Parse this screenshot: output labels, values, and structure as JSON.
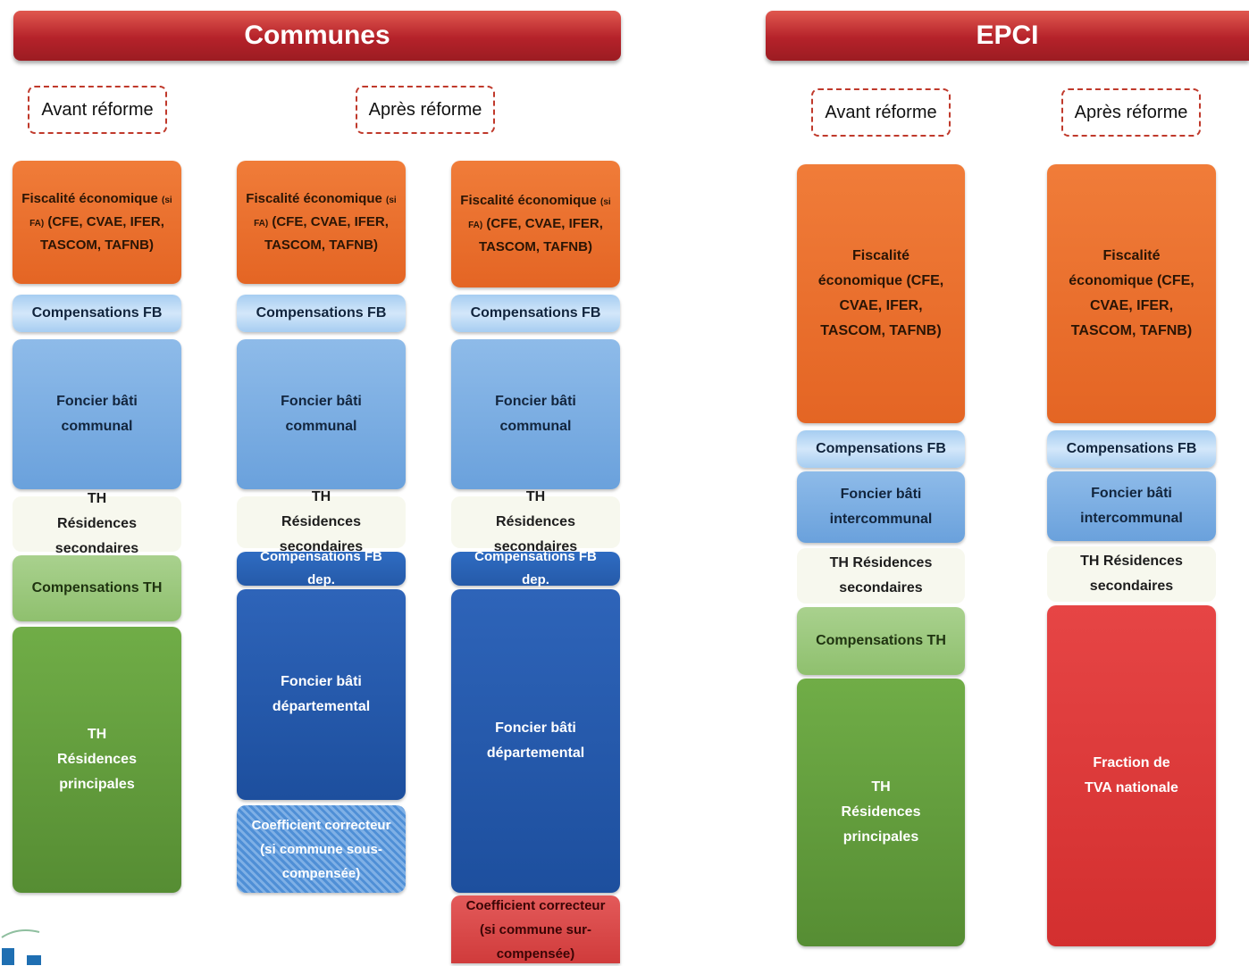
{
  "communes": {
    "title": "Communes",
    "avant_label": "Avant réforme",
    "apres_label": "Après réforme",
    "avant": {
      "fiscalite_a": "Fiscalité économique",
      "fiscalite_b": "(si FA)",
      "fiscalite_c": "(CFE, CVAE, IFER, TASCOM, TAFNB)",
      "comp_fb": "Compensations FB",
      "foncier": "Foncier bâti communal",
      "th_rs": "TH Résidences secondaires",
      "comp_th": "Compensations TH",
      "th_rp": "TH Résidences principales"
    },
    "apres1": {
      "fiscalite_a": "Fiscalité économique",
      "fiscalite_b": "(si FA)",
      "fiscalite_c": "(CFE, CVAE, IFER, TASCOM, TAFNB)",
      "comp_fb": "Compensations FB",
      "foncier": "Foncier bâti communal",
      "th_rs": "TH Résidences secondaires",
      "comp_fb_dep": "Compensations FB dep.",
      "foncier_dep": "Foncier bâti départemental",
      "coef": "Coefficient correcteur (si commune sous-compensée)"
    },
    "apres2": {
      "fiscalite_a": "Fiscalité économique",
      "fiscalite_b": "(si FA)",
      "fiscalite_c": "(CFE, CVAE, IFER, TASCOM, TAFNB)",
      "comp_fb": "Compensations FB",
      "foncier": "Foncier bâti communal",
      "th_rs": "TH Résidences secondaires",
      "comp_fb_dep": "Compensations FB dep.",
      "foncier_dep": "Foncier bâti départemental",
      "coef": "Coefficient correcteur (si commune sur-compensée)"
    }
  },
  "epci": {
    "title": "EPCI",
    "avant_label": "Avant réforme",
    "apres_label": "Après réforme",
    "avant": {
      "fiscalite": "Fiscalité économique (CFE, CVAE, IFER, TASCOM, TAFNB)",
      "comp_fb": "Compensations FB",
      "foncier": "Foncier bâti intercommunal",
      "th_rs": "TH Résidences secondaires",
      "comp_th": "Compensations TH",
      "th_rp": "TH Résidences principales"
    },
    "apres": {
      "fiscalite": "Fiscalité économique (CFE, CVAE, IFER, TASCOM, TAFNB)",
      "comp_fb": "Compensations FB",
      "foncier": "Foncier bâti intercommunal",
      "th_rs": "TH Résidences secondaires",
      "tva": "Fraction de TVA nationale"
    }
  },
  "colors": {
    "banner": "#b5222a",
    "orange": "#e46524",
    "light_blue": "#a6cdf1",
    "blue": "#6aa1dc",
    "dark_blue": "#1d4f9e",
    "light_green": "#a9d18e",
    "green": "#568d33",
    "red": "#d32f2f"
  }
}
